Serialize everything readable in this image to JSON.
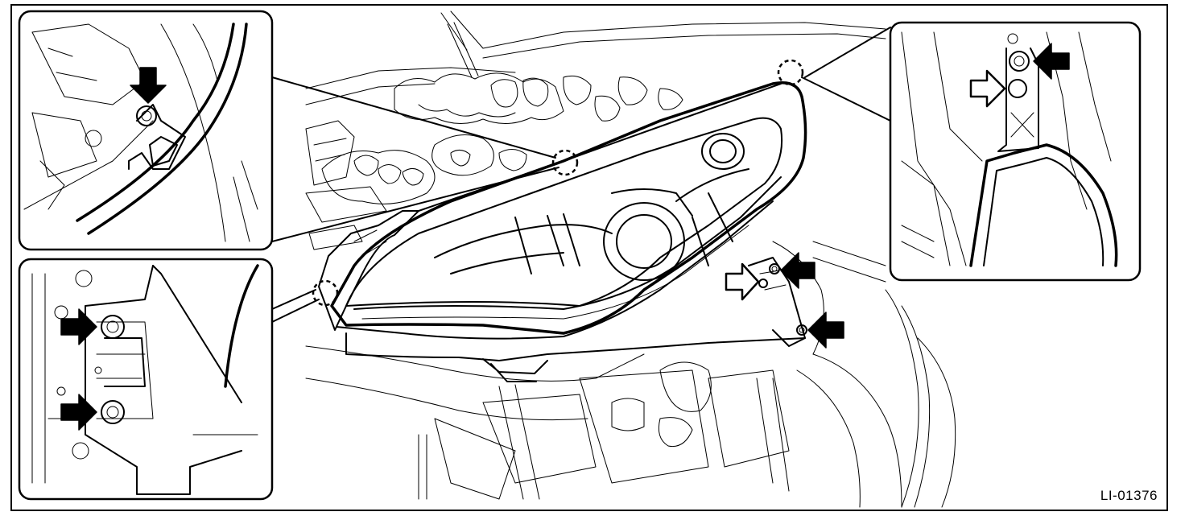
{
  "figure": {
    "code_label": "LI-01376"
  },
  "colors": {
    "ink": "#000000",
    "paper": "#ffffff"
  },
  "callouts": {
    "solid_arrow_meaning": "bolt-to-remove",
    "open_arrow_meaning": "locating-pin"
  }
}
